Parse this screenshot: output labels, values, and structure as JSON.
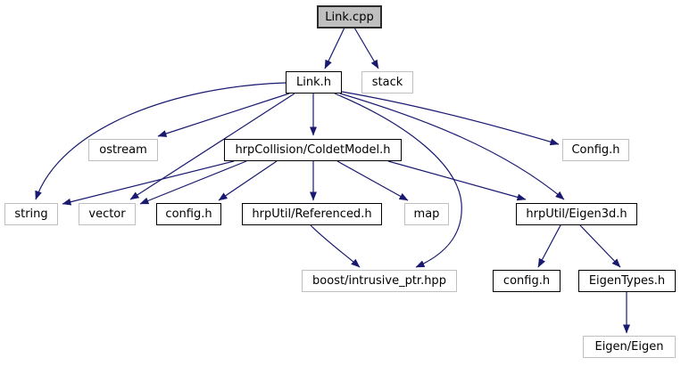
{
  "diagram": {
    "kind": "include-dependency-graph",
    "root_file": "Link.cpp",
    "colors": {
      "edge": "#191970",
      "focus_node_fill": "#bfbfbf",
      "node_fill": "#ffffff",
      "documented_border": "#000000",
      "external_border": "#c0c0c0",
      "text": "#000000",
      "background": "#ffffff"
    },
    "nodes": [
      {
        "id": "link-cpp",
        "label": "Link.cpp",
        "kind": "focus"
      },
      {
        "id": "link-h",
        "label": "Link.h",
        "kind": "documented"
      },
      {
        "id": "stack",
        "label": "stack",
        "kind": "external"
      },
      {
        "id": "ostream",
        "label": "ostream",
        "kind": "external"
      },
      {
        "id": "coldetmodel",
        "label": "hrpCollision/ColdetModel.h",
        "kind": "documented"
      },
      {
        "id": "config-h-top",
        "label": "Config.h",
        "kind": "external"
      },
      {
        "id": "string",
        "label": "string",
        "kind": "external"
      },
      {
        "id": "vector",
        "label": "vector",
        "kind": "external"
      },
      {
        "id": "config-h-1",
        "label": "config.h",
        "kind": "documented"
      },
      {
        "id": "referenced",
        "label": "hrpUtil/Referenced.h",
        "kind": "documented"
      },
      {
        "id": "map",
        "label": "map",
        "kind": "external"
      },
      {
        "id": "eigen3d",
        "label": "hrpUtil/Eigen3d.h",
        "kind": "documented"
      },
      {
        "id": "boost",
        "label": "boost/intrusive_ptr.hpp",
        "kind": "external"
      },
      {
        "id": "config-h-2",
        "label": "config.h",
        "kind": "documented"
      },
      {
        "id": "eigentypes",
        "label": "EigenTypes.h",
        "kind": "documented"
      },
      {
        "id": "eigen-eigen",
        "label": "Eigen/Eigen",
        "kind": "external"
      }
    ],
    "edges": [
      {
        "from": "link-cpp",
        "to": "link-h"
      },
      {
        "from": "link-cpp",
        "to": "stack"
      },
      {
        "from": "link-h",
        "to": "ostream"
      },
      {
        "from": "link-h",
        "to": "string"
      },
      {
        "from": "link-h",
        "to": "vector"
      },
      {
        "from": "link-h",
        "to": "coldetmodel"
      },
      {
        "from": "link-h",
        "to": "config-h-top"
      },
      {
        "from": "link-h",
        "to": "eigen3d"
      },
      {
        "from": "link-h",
        "to": "boost"
      },
      {
        "from": "coldetmodel",
        "to": "string"
      },
      {
        "from": "coldetmodel",
        "to": "vector"
      },
      {
        "from": "coldetmodel",
        "to": "config-h-1"
      },
      {
        "from": "coldetmodel",
        "to": "referenced"
      },
      {
        "from": "coldetmodel",
        "to": "map"
      },
      {
        "from": "coldetmodel",
        "to": "eigen3d"
      },
      {
        "from": "referenced",
        "to": "boost"
      },
      {
        "from": "eigen3d",
        "to": "config-h-2"
      },
      {
        "from": "eigen3d",
        "to": "eigentypes"
      },
      {
        "from": "eigentypes",
        "to": "eigen-eigen"
      }
    ]
  }
}
